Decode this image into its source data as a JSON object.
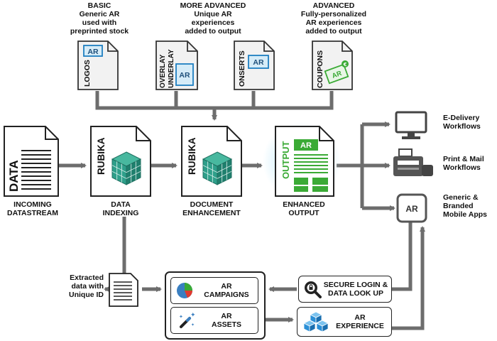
{
  "top_labels": {
    "basic": [
      "BASIC",
      "Generic AR",
      "used with",
      "preprinted stock"
    ],
    "more_advanced": [
      "MORE ADVANCED",
      "Unique AR",
      "experiences",
      "added to output"
    ],
    "advanced": [
      "ADVANCED",
      "Fully-personalized",
      "AR experiences",
      "added to output"
    ]
  },
  "asset_cards": {
    "logos": "LOGOS",
    "overlay": "OVERLAY",
    "underlay": "UNDERLAY",
    "onserts": "ONSERTS",
    "coupons": "COUPONS",
    "ar_tag": "AR"
  },
  "pipeline": {
    "data_doc": "DATA",
    "rubika": "RUBIKA",
    "output_doc": "OUTPUT",
    "output_tag": "AR",
    "incoming": [
      "INCOMING",
      "DATASTREAM"
    ],
    "indexing": [
      "DATA",
      "INDEXING"
    ],
    "enhancement": [
      "DOCUMENT",
      "ENHANCEMENT"
    ],
    "enhanced": [
      "ENHANCED",
      "OUTPUT"
    ]
  },
  "outputs": {
    "edelivery": [
      "E-Delivery",
      "Workflows"
    ],
    "print_mail": [
      "Print & Mail",
      "Workflows"
    ],
    "mobile": [
      "Generic &",
      "Branded",
      "Mobile Apps"
    ],
    "tablet_tag": "AR"
  },
  "bottom": {
    "extracted": [
      "Extracted",
      "data with",
      "Unique ID"
    ],
    "campaigns": [
      "AR",
      "CAMPAIGNS"
    ],
    "assets": [
      "AR",
      "ASSETS"
    ],
    "secure": [
      "SECURE LOGIN &",
      "DATA LOOK UP"
    ],
    "experience": [
      "AR",
      "EXPERIENCE"
    ]
  },
  "colors": {
    "wire": "#6d6d6d",
    "ar_blue": "#1e7fc1",
    "ar_blue_fill": "#d6ecf8",
    "ar_green": "#3aaa35",
    "cube_teal": "#2e9f8a",
    "glow": "#7fd4f5"
  }
}
